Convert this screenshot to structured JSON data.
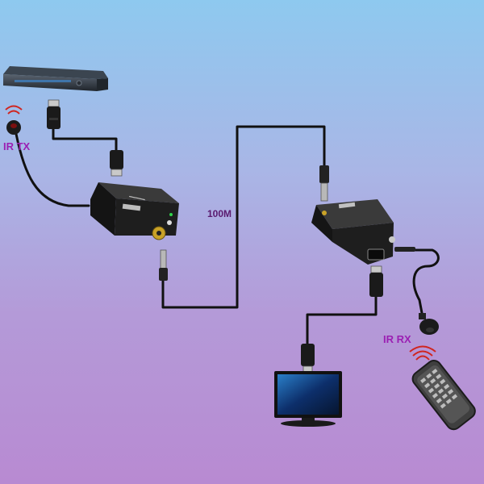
{
  "labels": {
    "ir_tx": "IR TX",
    "ir_rx": "IR RX",
    "cable_length": "100M"
  },
  "colors": {
    "label": "#9b1fb3",
    "device_body": "#1c1c1c",
    "cable": "#111111",
    "ir_waves": "#d0251f",
    "background_top": "#8ec9ef",
    "background_bottom": "#b88ad2"
  },
  "icons": [
    "set-top-box-icon",
    "hdmi-plug-icon",
    "ir-transmitter-icon",
    "ir-receiver-icon",
    "coax-connector-icon",
    "tv-monitor-icon",
    "remote-control-icon",
    "signal-waves-icon"
  ]
}
